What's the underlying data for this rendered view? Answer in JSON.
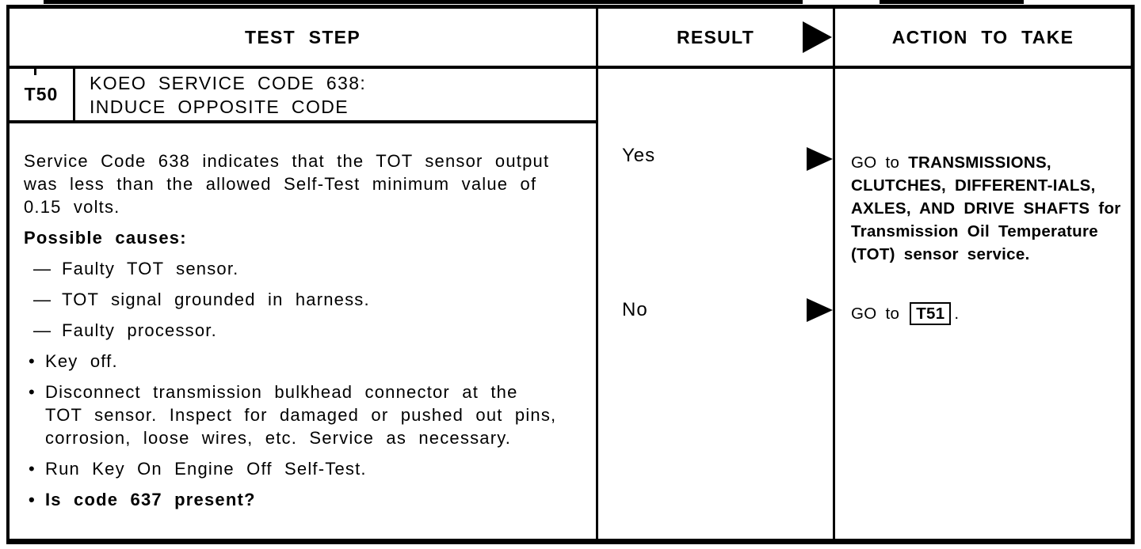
{
  "table": {
    "headers": {
      "test_step": "TEST STEP",
      "result": "RESULT",
      "action": "ACTION TO TAKE"
    },
    "step": {
      "id": "T50",
      "title_line1": "KOEO SERVICE CODE 638:",
      "title_line2": "INDUCE OPPOSITE CODE"
    },
    "test_step_body": {
      "intro": "Service Code 638 indicates that the TOT sensor output was less than the allowed Self-Test minimum value of 0.15 volts.",
      "causes_heading": "Possible causes:",
      "dash_marker": "—",
      "bullet_marker": "•",
      "dash_items": [
        "Faulty TOT sensor.",
        "TOT signal grounded in harness.",
        "Faulty processor."
      ],
      "bullet_items": [
        "Key off.",
        "Disconnect transmission bulkhead connector at the TOT sensor. Inspect for damaged or pushed out pins, corrosion, loose wires, etc. Service as necessary.",
        "Run Key On Engine Off Self-Test."
      ],
      "question": "Is code 637 present?"
    },
    "results": {
      "yes_label": "Yes",
      "no_label": "No"
    },
    "actions": {
      "yes_prefix": "GO to ",
      "yes_emphasis": "TRANSMISSIONS, CLUTCHES, DIFFERENT-IALS, AXLES, AND DRIVE SHAFTS for Transmission Oil Temperature (TOT) sensor service.",
      "no_prefix": "GO to ",
      "no_step_ref": "T51",
      "no_suffix": "."
    }
  },
  "colors": {
    "ink": "#000000",
    "paper": "#ffffff"
  }
}
